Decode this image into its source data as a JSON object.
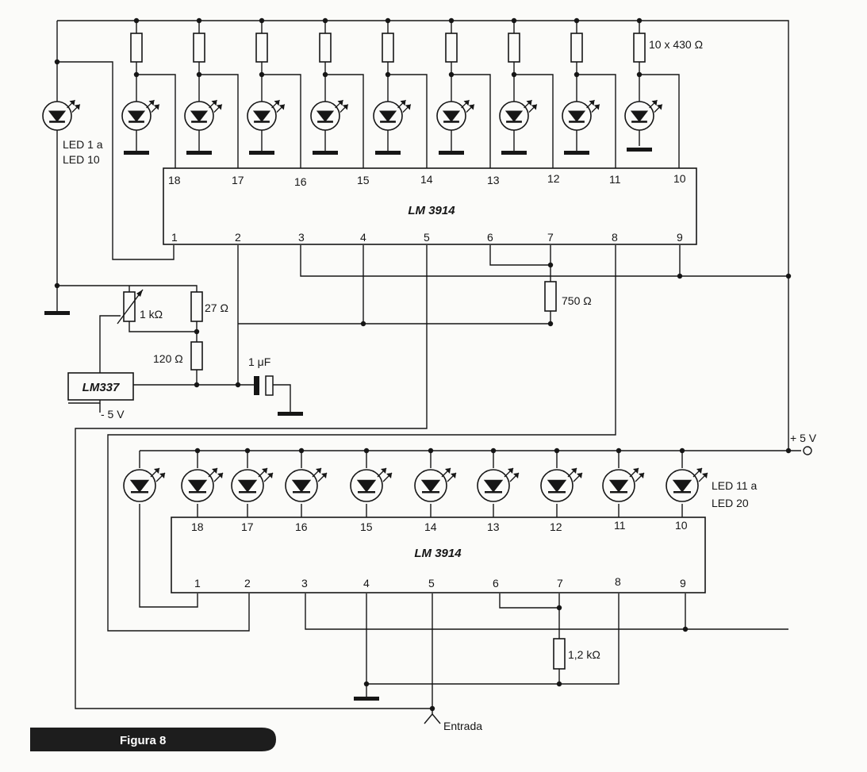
{
  "figure_label": "Figura 8",
  "ic_top": {
    "name": "LM 3914",
    "top_pins": [
      "18",
      "17",
      "16",
      "15",
      "14",
      "13",
      "12",
      "11",
      "10"
    ],
    "bottom_pins": [
      "1",
      "2",
      "3",
      "4",
      "5",
      "6",
      "7",
      "8",
      "9"
    ]
  },
  "ic_bottom": {
    "name": "LM 3914",
    "top_pins": [
      "18",
      "17",
      "16",
      "15",
      "14",
      "13",
      "12",
      "11",
      "10"
    ],
    "bottom_pins": [
      "1",
      "2",
      "3",
      "4",
      "5",
      "6",
      "7",
      "8",
      "9"
    ]
  },
  "regulator": {
    "name": "LM337",
    "input_label": "- 5 V"
  },
  "labels": {
    "led_group_top_line1": "LED 1 a",
    "led_group_top_line2": "LED 10",
    "led_group_bottom_line1": "LED 11 a",
    "led_group_bottom_line2": "LED 20",
    "resistor_array": "10 x 430 Ω",
    "pot": "1 kΩ",
    "r27": "27 Ω",
    "r120": "120 Ω",
    "cap": "1 μF",
    "r750": "750 Ω",
    "r1k2": "1,2 kΩ",
    "supply_plus": "+ 5 V",
    "input": "Entrada"
  },
  "icons": [
    "led-icon",
    "resistor-icon",
    "potentiometer-icon",
    "capacitor-icon",
    "ground-icon",
    "regulator-icon",
    "input-terminal-icon",
    "supply-terminal-icon"
  ]
}
